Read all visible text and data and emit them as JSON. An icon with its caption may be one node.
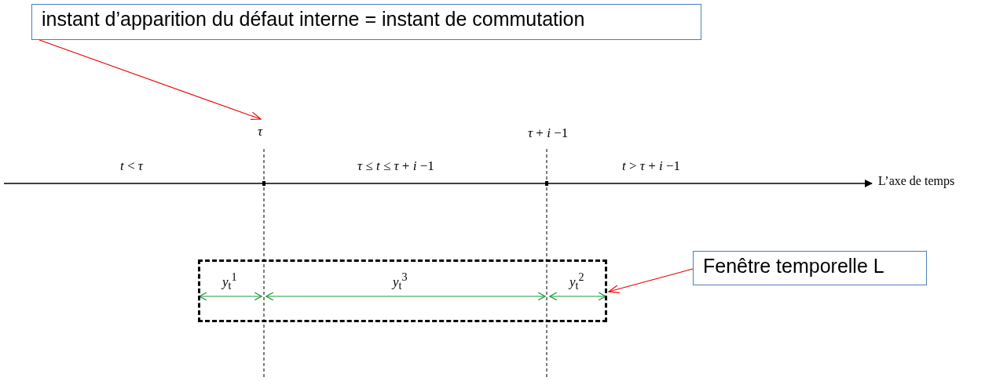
{
  "diagram": {
    "nodes": [
      {
        "text": [
          "instant d’apparition du défaut interne = instant de commutation"
        ]
      },
      {
        "text": [
          "*τ*"
        ]
      },
      {
        "text": [
          "Fenêtre temporelle L"
        ]
      },
      {
        "text": [],
        "shape": "box"
      }
    ],
    "edges": [
      {
        "from": 0,
        "to": 1,
        "arrow": "to"
      },
      {
        "from": 2,
        "to": 3,
        "arrow": "to"
      }
    ],
    "labels": [
      "*τ* + *i* −1",
      "*t* < *τ*",
      "*τ* ≤ *t* ≤ *τ* + *i* −1",
      "*t* > *τ* + *i* −1",
      "L’axe de temps",
      "*y*$_{t}$$^{1}$",
      "*y*$_{t}$$^{3}$",
      "*y*$_{t}$$^{2}$"
    ]
  }
}
